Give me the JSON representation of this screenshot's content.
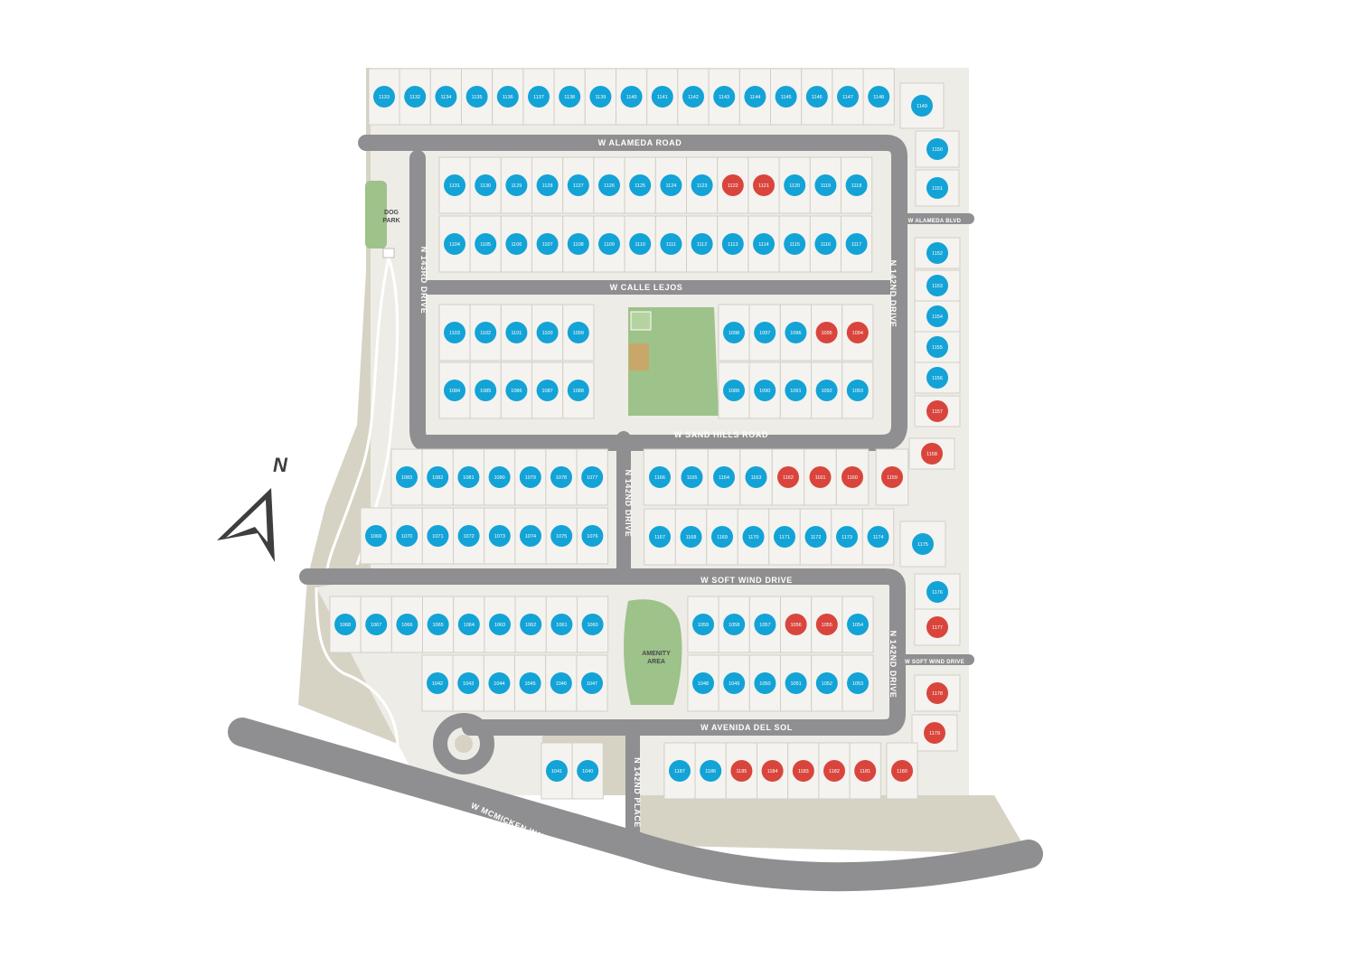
{
  "colors": {
    "available": "#13a3d6",
    "sold": "#d9453c",
    "road": "#8f8f91",
    "open_space": "#d6d3c4",
    "green": "#9dc28a",
    "lot_fill": "#f4f3f0",
    "lot_line": "#d2cfc6"
  },
  "streets": {
    "alameda_road": "W ALAMEDA ROAD",
    "calle_lejos": "W CALLE LEJOS",
    "sand_hills": "W SAND HILLS ROAD",
    "soft_wind": "W SOFT WIND DRIVE",
    "avenida_del_sol": "W AVENIDA DEL SOL",
    "mcmicken": "W MCMICKEN WAY",
    "n143rd": "N 143RD DRIVE",
    "n142nd_drive_upper": "N 142ND DRIVE",
    "n142nd_drive_mid": "N 142ND DRIVE",
    "n142nd_drive_lower": "N 142ND DRIVE",
    "n142nd_place": "N 142ND PLACE",
    "alameda_blvd": "W ALAMEDA BLVD",
    "soft_wind_small": "W SOFT WIND DRIVE"
  },
  "labels": {
    "dog_park_1": "DOG",
    "dog_park_2": "PARK",
    "amenity_1": "AMENITY",
    "amenity_2": "AREA",
    "compass": "N"
  },
  "lots": [
    {
      "n": "1133",
      "s": "available"
    },
    {
      "n": "1132",
      "s": "available"
    },
    {
      "n": "1134",
      "s": "available"
    },
    {
      "n": "1135",
      "s": "available"
    },
    {
      "n": "1136",
      "s": "available"
    },
    {
      "n": "1137",
      "s": "available"
    },
    {
      "n": "1138",
      "s": "available"
    },
    {
      "n": "1139",
      "s": "available"
    },
    {
      "n": "1140",
      "s": "available"
    },
    {
      "n": "1141",
      "s": "available"
    },
    {
      "n": "1142",
      "s": "available"
    },
    {
      "n": "1143",
      "s": "available"
    },
    {
      "n": "1144",
      "s": "available"
    },
    {
      "n": "1145",
      "s": "available"
    },
    {
      "n": "1146",
      "s": "available"
    },
    {
      "n": "1147",
      "s": "available"
    },
    {
      "n": "1148",
      "s": "available"
    },
    {
      "n": "1149",
      "s": "available"
    },
    {
      "n": "1150",
      "s": "available"
    },
    {
      "n": "1151",
      "s": "available"
    },
    {
      "n": "1131",
      "s": "available"
    },
    {
      "n": "1130",
      "s": "available"
    },
    {
      "n": "1129",
      "s": "available"
    },
    {
      "n": "1128",
      "s": "available"
    },
    {
      "n": "1127",
      "s": "available"
    },
    {
      "n": "1126",
      "s": "available"
    },
    {
      "n": "1125",
      "s": "available"
    },
    {
      "n": "1124",
      "s": "available"
    },
    {
      "n": "1123",
      "s": "available"
    },
    {
      "n": "1122",
      "s": "sold"
    },
    {
      "n": "1121",
      "s": "sold"
    },
    {
      "n": "1120",
      "s": "available"
    },
    {
      "n": "1119",
      "s": "available"
    },
    {
      "n": "1118",
      "s": "available"
    },
    {
      "n": "1104",
      "s": "available"
    },
    {
      "n": "1105",
      "s": "available"
    },
    {
      "n": "1106",
      "s": "available"
    },
    {
      "n": "1107",
      "s": "available"
    },
    {
      "n": "1108",
      "s": "available"
    },
    {
      "n": "1109",
      "s": "available"
    },
    {
      "n": "1110",
      "s": "available"
    },
    {
      "n": "1111",
      "s": "available"
    },
    {
      "n": "1112",
      "s": "available"
    },
    {
      "n": "1113",
      "s": "available"
    },
    {
      "n": "1114",
      "s": "available"
    },
    {
      "n": "1115",
      "s": "available"
    },
    {
      "n": "1116",
      "s": "available"
    },
    {
      "n": "1117",
      "s": "available"
    },
    {
      "n": "1103",
      "s": "available"
    },
    {
      "n": "1102",
      "s": "available"
    },
    {
      "n": "1101",
      "s": "available"
    },
    {
      "n": "1100",
      "s": "available"
    },
    {
      "n": "1099",
      "s": "available"
    },
    {
      "n": "1098",
      "s": "available"
    },
    {
      "n": "1097",
      "s": "available"
    },
    {
      "n": "1096",
      "s": "available"
    },
    {
      "n": "1095",
      "s": "sold"
    },
    {
      "n": "1094",
      "s": "sold"
    },
    {
      "n": "1084",
      "s": "available"
    },
    {
      "n": "1085",
      "s": "available"
    },
    {
      "n": "1086",
      "s": "available"
    },
    {
      "n": "1087",
      "s": "available"
    },
    {
      "n": "1088",
      "s": "available"
    },
    {
      "n": "1089",
      "s": "available"
    },
    {
      "n": "1090",
      "s": "available"
    },
    {
      "n": "1091",
      "s": "available"
    },
    {
      "n": "1092",
      "s": "available"
    },
    {
      "n": "1093",
      "s": "available"
    },
    {
      "n": "1152",
      "s": "available"
    },
    {
      "n": "1153",
      "s": "available"
    },
    {
      "n": "1154",
      "s": "available"
    },
    {
      "n": "1155",
      "s": "available"
    },
    {
      "n": "1156",
      "s": "available"
    },
    {
      "n": "1157",
      "s": "sold"
    },
    {
      "n": "1158",
      "s": "sold"
    },
    {
      "n": "1083",
      "s": "available"
    },
    {
      "n": "1082",
      "s": "available"
    },
    {
      "n": "1081",
      "s": "available"
    },
    {
      "n": "1080",
      "s": "available"
    },
    {
      "n": "1079",
      "s": "available"
    },
    {
      "n": "1078",
      "s": "available"
    },
    {
      "n": "1077",
      "s": "available"
    },
    {
      "n": "1166",
      "s": "available"
    },
    {
      "n": "1165",
      "s": "available"
    },
    {
      "n": "1164",
      "s": "available"
    },
    {
      "n": "1163",
      "s": "available"
    },
    {
      "n": "1162",
      "s": "sold"
    },
    {
      "n": "1161",
      "s": "sold"
    },
    {
      "n": "1160",
      "s": "sold"
    },
    {
      "n": "1159",
      "s": "sold"
    },
    {
      "n": "1069",
      "s": "available"
    },
    {
      "n": "1070",
      "s": "available"
    },
    {
      "n": "1071",
      "s": "available"
    },
    {
      "n": "1072",
      "s": "available"
    },
    {
      "n": "1073",
      "s": "available"
    },
    {
      "n": "1074",
      "s": "available"
    },
    {
      "n": "1075",
      "s": "available"
    },
    {
      "n": "1076",
      "s": "available"
    },
    {
      "n": "1167",
      "s": "available"
    },
    {
      "n": "1168",
      "s": "available"
    },
    {
      "n": "1169",
      "s": "available"
    },
    {
      "n": "1170",
      "s": "available"
    },
    {
      "n": "1171",
      "s": "available"
    },
    {
      "n": "1172",
      "s": "available"
    },
    {
      "n": "1173",
      "s": "available"
    },
    {
      "n": "1174",
      "s": "available"
    },
    {
      "n": "1175",
      "s": "available"
    },
    {
      "n": "1176",
      "s": "available"
    },
    {
      "n": "1177",
      "s": "sold"
    },
    {
      "n": "1068",
      "s": "available"
    },
    {
      "n": "1067",
      "s": "available"
    },
    {
      "n": "1066",
      "s": "available"
    },
    {
      "n": "1065",
      "s": "available"
    },
    {
      "n": "1064",
      "s": "available"
    },
    {
      "n": "1063",
      "s": "available"
    },
    {
      "n": "1062",
      "s": "available"
    },
    {
      "n": "1061",
      "s": "available"
    },
    {
      "n": "1060",
      "s": "available"
    },
    {
      "n": "1059",
      "s": "available"
    },
    {
      "n": "1058",
      "s": "available"
    },
    {
      "n": "1057",
      "s": "available"
    },
    {
      "n": "1056",
      "s": "sold"
    },
    {
      "n": "1055",
      "s": "sold"
    },
    {
      "n": "1054",
      "s": "available"
    },
    {
      "n": "1042",
      "s": "available"
    },
    {
      "n": "1043",
      "s": "available"
    },
    {
      "n": "1044",
      "s": "available"
    },
    {
      "n": "1045",
      "s": "available"
    },
    {
      "n": "1046",
      "s": "available"
    },
    {
      "n": "1047",
      "s": "available"
    },
    {
      "n": "1048",
      "s": "available"
    },
    {
      "n": "1049",
      "s": "available"
    },
    {
      "n": "1050",
      "s": "available"
    },
    {
      "n": "1051",
      "s": "available"
    },
    {
      "n": "1052",
      "s": "available"
    },
    {
      "n": "1053",
      "s": "available"
    },
    {
      "n": "1178",
      "s": "sold"
    },
    {
      "n": "1179",
      "s": "sold"
    },
    {
      "n": "1041",
      "s": "available"
    },
    {
      "n": "1040",
      "s": "available"
    },
    {
      "n": "1187",
      "s": "available"
    },
    {
      "n": "1186",
      "s": "available"
    },
    {
      "n": "1185",
      "s": "sold"
    },
    {
      "n": "1184",
      "s": "sold"
    },
    {
      "n": "1183",
      "s": "sold"
    },
    {
      "n": "1182",
      "s": "sold"
    },
    {
      "n": "1181",
      "s": "sold"
    },
    {
      "n": "1180",
      "s": "sold"
    }
  ]
}
